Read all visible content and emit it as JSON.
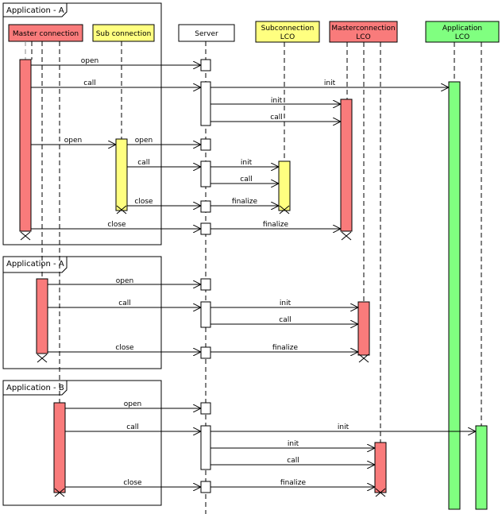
{
  "colors": {
    "master": "#f97b7b",
    "sub": "#ffff80",
    "server": "#ffffff",
    "app": "#80ff80",
    "line": "#000000",
    "lifeline": "#666666"
  },
  "frames": [
    {
      "title": "Application - A"
    },
    {
      "title": "Application - A"
    },
    {
      "title": "Application - B"
    }
  ],
  "participants": [
    {
      "id": "master",
      "label": "Master connection"
    },
    {
      "id": "sub",
      "label": "Sub connection"
    },
    {
      "id": "server",
      "label": "Server"
    },
    {
      "id": "sublco",
      "label": "Subconnection\nLCO"
    },
    {
      "id": "masterlco",
      "label": "Masterconnection\nLCO"
    },
    {
      "id": "applco",
      "label": "Application\nLCO"
    }
  ],
  "messages": {
    "a_open": "open",
    "a_call": "call",
    "a_init_app": "init",
    "a_init_mlco": "init",
    "a_call_mlco": "call",
    "a_sub_open": "open",
    "a_sub_open_srv": "open",
    "a_sub_call": "call",
    "a_init_slco": "init",
    "a_call_slco": "call",
    "a_sub_close": "close",
    "a_fin_slco": "finalize",
    "a_close": "close",
    "a_fin_mlco": "finalize",
    "a2_open": "open",
    "a2_call": "call",
    "a2_init": "init",
    "a2_call_lco": "call",
    "a2_close": "close",
    "a2_fin": "finalize",
    "b_open": "open",
    "b_call": "call",
    "b_init_app": "init",
    "b_init": "init",
    "b_call_lco": "call",
    "b_close": "close",
    "b_fin": "finalize"
  }
}
